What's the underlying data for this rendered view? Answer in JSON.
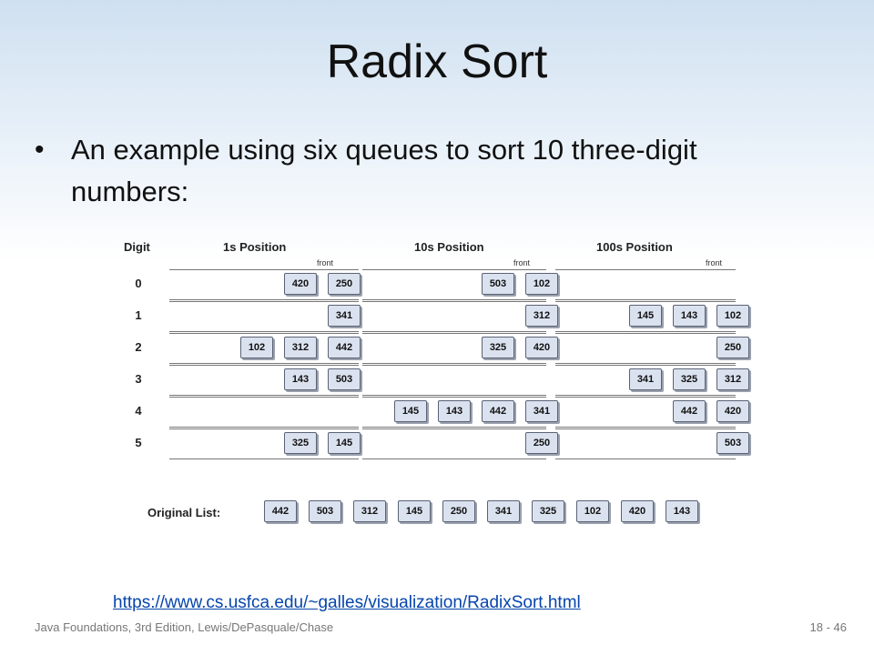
{
  "slide": {
    "title": "Radix Sort",
    "bullet": "An example using six queues to sort 10 three-digit numbers:",
    "link": "https://www.cs.usfca.edu/~galles/visualization/RadixSort.html",
    "footer_left": "Java Foundations, 3rd Edition, Lewis/DePasquale/Chase",
    "footer_right": "18 - 46"
  },
  "figure": {
    "digit_header": "Digit",
    "front_label": "front",
    "original_label": "Original List:",
    "digits": [
      "0",
      "1",
      "2",
      "3",
      "4",
      "5"
    ],
    "passes": [
      {
        "title": "1s Position",
        "queues": [
          [
            "420",
            "250"
          ],
          [
            "341"
          ],
          [
            "102",
            "312",
            "442"
          ],
          [
            "143",
            "503"
          ],
          [],
          [
            "325",
            "145"
          ]
        ]
      },
      {
        "title": "10s Position",
        "queues": [
          [
            "503",
            "102"
          ],
          [
            "312"
          ],
          [
            "325",
            "420"
          ],
          [],
          [
            "145",
            "143",
            "442",
            "341"
          ],
          [
            "250"
          ]
        ]
      },
      {
        "title": "100s Position",
        "queues": [
          [],
          [
            "145",
            "143",
            "102"
          ],
          [
            "250"
          ],
          [
            "341",
            "325",
            "312"
          ],
          [
            "442",
            "420"
          ],
          [
            "503"
          ]
        ]
      }
    ],
    "original_list": [
      "442",
      "503",
      "312",
      "145",
      "250",
      "341",
      "325",
      "102",
      "420",
      "143"
    ]
  }
}
